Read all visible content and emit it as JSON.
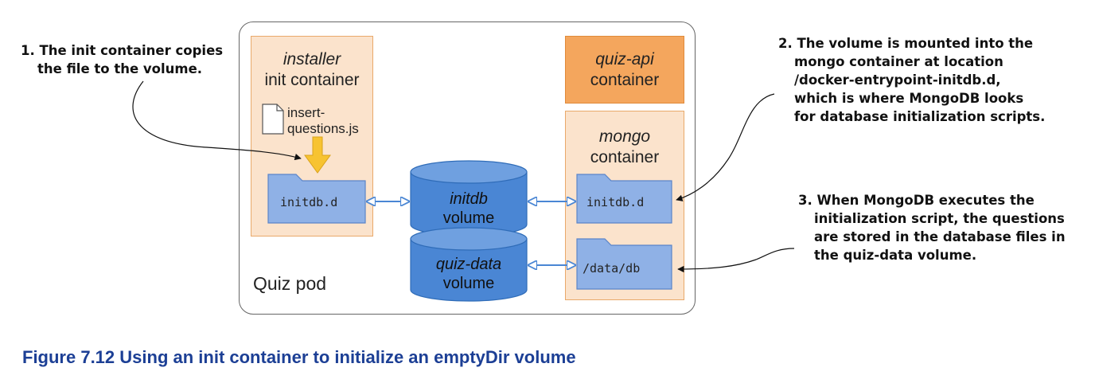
{
  "callouts": {
    "c1": [
      "1. The init container copies",
      "the file to the volume."
    ],
    "c2": [
      "2. The volume is mounted into the",
      "mongo container at location",
      "/docker-entrypoint-initdb.d,",
      "which is where MongoDB looks",
      "for database initialization scripts."
    ],
    "c3": [
      "3. When MongoDB executes the",
      "initialization script, the questions",
      "are stored in the database files in",
      "the quiz-data volume."
    ]
  },
  "pod": {
    "label": "Quiz pod"
  },
  "installer": {
    "name": "installer",
    "kind": "init container",
    "file": [
      "insert-",
      "questions.js"
    ],
    "folder": "initdb.d"
  },
  "quiz_api": {
    "name": "quiz-api",
    "kind": "container"
  },
  "mongo": {
    "name": "mongo",
    "kind": "container",
    "folder1": "initdb.d",
    "folder2": "/data/db"
  },
  "volumes": {
    "initdb": {
      "name": "initdb",
      "kind": "volume"
    },
    "quizdata": {
      "name": "quiz-data",
      "kind": "volume"
    }
  },
  "caption": "Figure 7.12 Using an init container to initialize an emptyDir volume",
  "colors": {
    "folder": "#8fb1e6",
    "cylinder": "#4a86d4",
    "arrow": "#4a86d4",
    "caption": "#1c3f95",
    "container_light": "#fbe3cc",
    "container_dark": "#f4a65d",
    "file_arrow": "#f7c331"
  }
}
